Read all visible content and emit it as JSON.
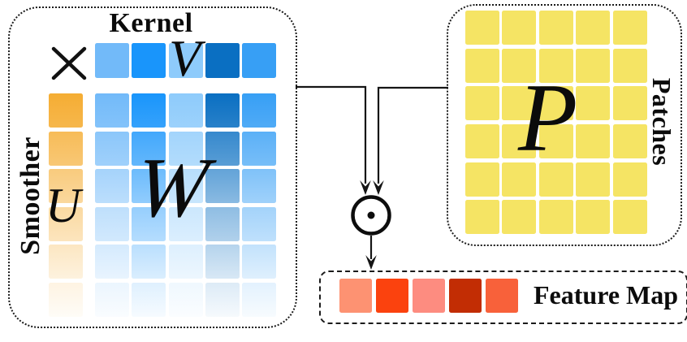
{
  "diagram": {
    "left_panel": {
      "title": "Kernel",
      "side_label": "Smoother",
      "times_symbol": "×",
      "v_label": "V",
      "u_label": "U",
      "w_label": "W",
      "v_row_colors": [
        "#72baf9",
        "#1995fb",
        "#8ecbfb",
        "#0a6fc2",
        "#379ff5"
      ],
      "u_base_color": "#f5ad33",
      "w_column_colors": [
        "#72baf9",
        "#1995fb",
        "#8ecbfb",
        "#0a6fc2",
        "#379ff5"
      ],
      "row_fade_top": [
        1,
        0.82,
        0.64,
        0.46,
        0.3,
        0.14
      ],
      "row_fade_bottom": [
        0.88,
        0.68,
        0.48,
        0.32,
        0.16,
        0.04
      ],
      "rows": 6,
      "cols": 5
    },
    "right_panel": {
      "side_label": "Patches",
      "p_label": "P",
      "cell_color": "#f5e464",
      "rows": 6,
      "cols": 5
    },
    "operator": {
      "name": "elementwise-product-circle-dot"
    },
    "feature_map": {
      "label": "Feature Map",
      "cell_colors": [
        "#fd9272",
        "#fb420e",
        "#fd8c80",
        "#c22d04",
        "#f8613a"
      ]
    },
    "line_color": "#151515"
  }
}
